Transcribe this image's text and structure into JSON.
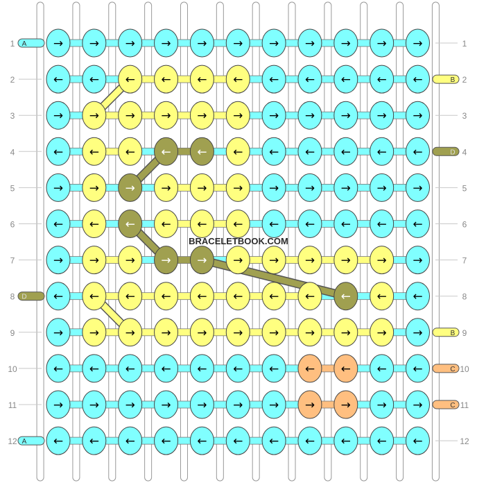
{
  "watermark": "BRACELETBOOK.COM",
  "colors": {
    "A": "#80ffff",
    "B": "#ffff80",
    "C": "#ffbf80",
    "D": "#a0a050",
    "strand_base": "#ffffff",
    "grid_line": "#c8c8c8",
    "row_number": "#888888",
    "outline": "#444444"
  },
  "row_labels": [
    "1",
    "2",
    "3",
    "4",
    "5",
    "6",
    "7",
    "8",
    "9",
    "10",
    "11",
    "12"
  ],
  "strands_left": {
    "1": "A",
    "8": "D",
    "12": "A"
  },
  "strands_right": {
    "2": "B",
    "4": "D",
    "9": "B",
    "10": "C",
    "11": "C"
  },
  "knot_rows": [
    {
      "row": "1",
      "dir": "→",
      "colors": "AAAAAAAAAAA"
    },
    {
      "row": "2",
      "dir": "←",
      "colors": "AABBBBAAAAA"
    },
    {
      "row": "3",
      "dir": "→",
      "colors": "ABBBBBAAAAA"
    },
    {
      "row": "4",
      "dir": "←",
      "colors": "ABBDDBAAAAA"
    },
    {
      "row": "5",
      "dir": "→",
      "colors": "ABDBBBAAAAA"
    },
    {
      "row": "6",
      "dir": "←",
      "colors": "ABDBBBAAAAA"
    },
    {
      "row": "7",
      "dir": "→",
      "colors": "ABBDDBBBBBA"
    },
    {
      "row": "8",
      "dir": "←",
      "colors": "ABBBBBBBDBA"
    },
    {
      "row": "9",
      "dir": "→",
      "colors": "ABBBBBBBBBA"
    },
    {
      "row": "10",
      "dir": "←",
      "colors": "AAAAAAACCAA"
    },
    {
      "row": "11",
      "dir": "→",
      "colors": "AAAAAAACCAA"
    },
    {
      "row": "12",
      "dir": "←",
      "colors": "AAAAAAAAAAA"
    }
  ],
  "diagonals": [
    {
      "color": "B",
      "from": [
        2,
        2
      ],
      "to": [
        3,
        1
      ]
    },
    {
      "color": "B",
      "from": [
        8,
        1
      ],
      "to": [
        9,
        2
      ]
    },
    {
      "color": "D",
      "from": [
        4,
        3
      ],
      "to": [
        5,
        2
      ]
    },
    {
      "color": "D",
      "from": [
        6,
        2
      ],
      "to": [
        7,
        3
      ]
    },
    {
      "color": "D",
      "from": [
        7,
        4
      ],
      "to": [
        8,
        8
      ]
    }
  ]
}
